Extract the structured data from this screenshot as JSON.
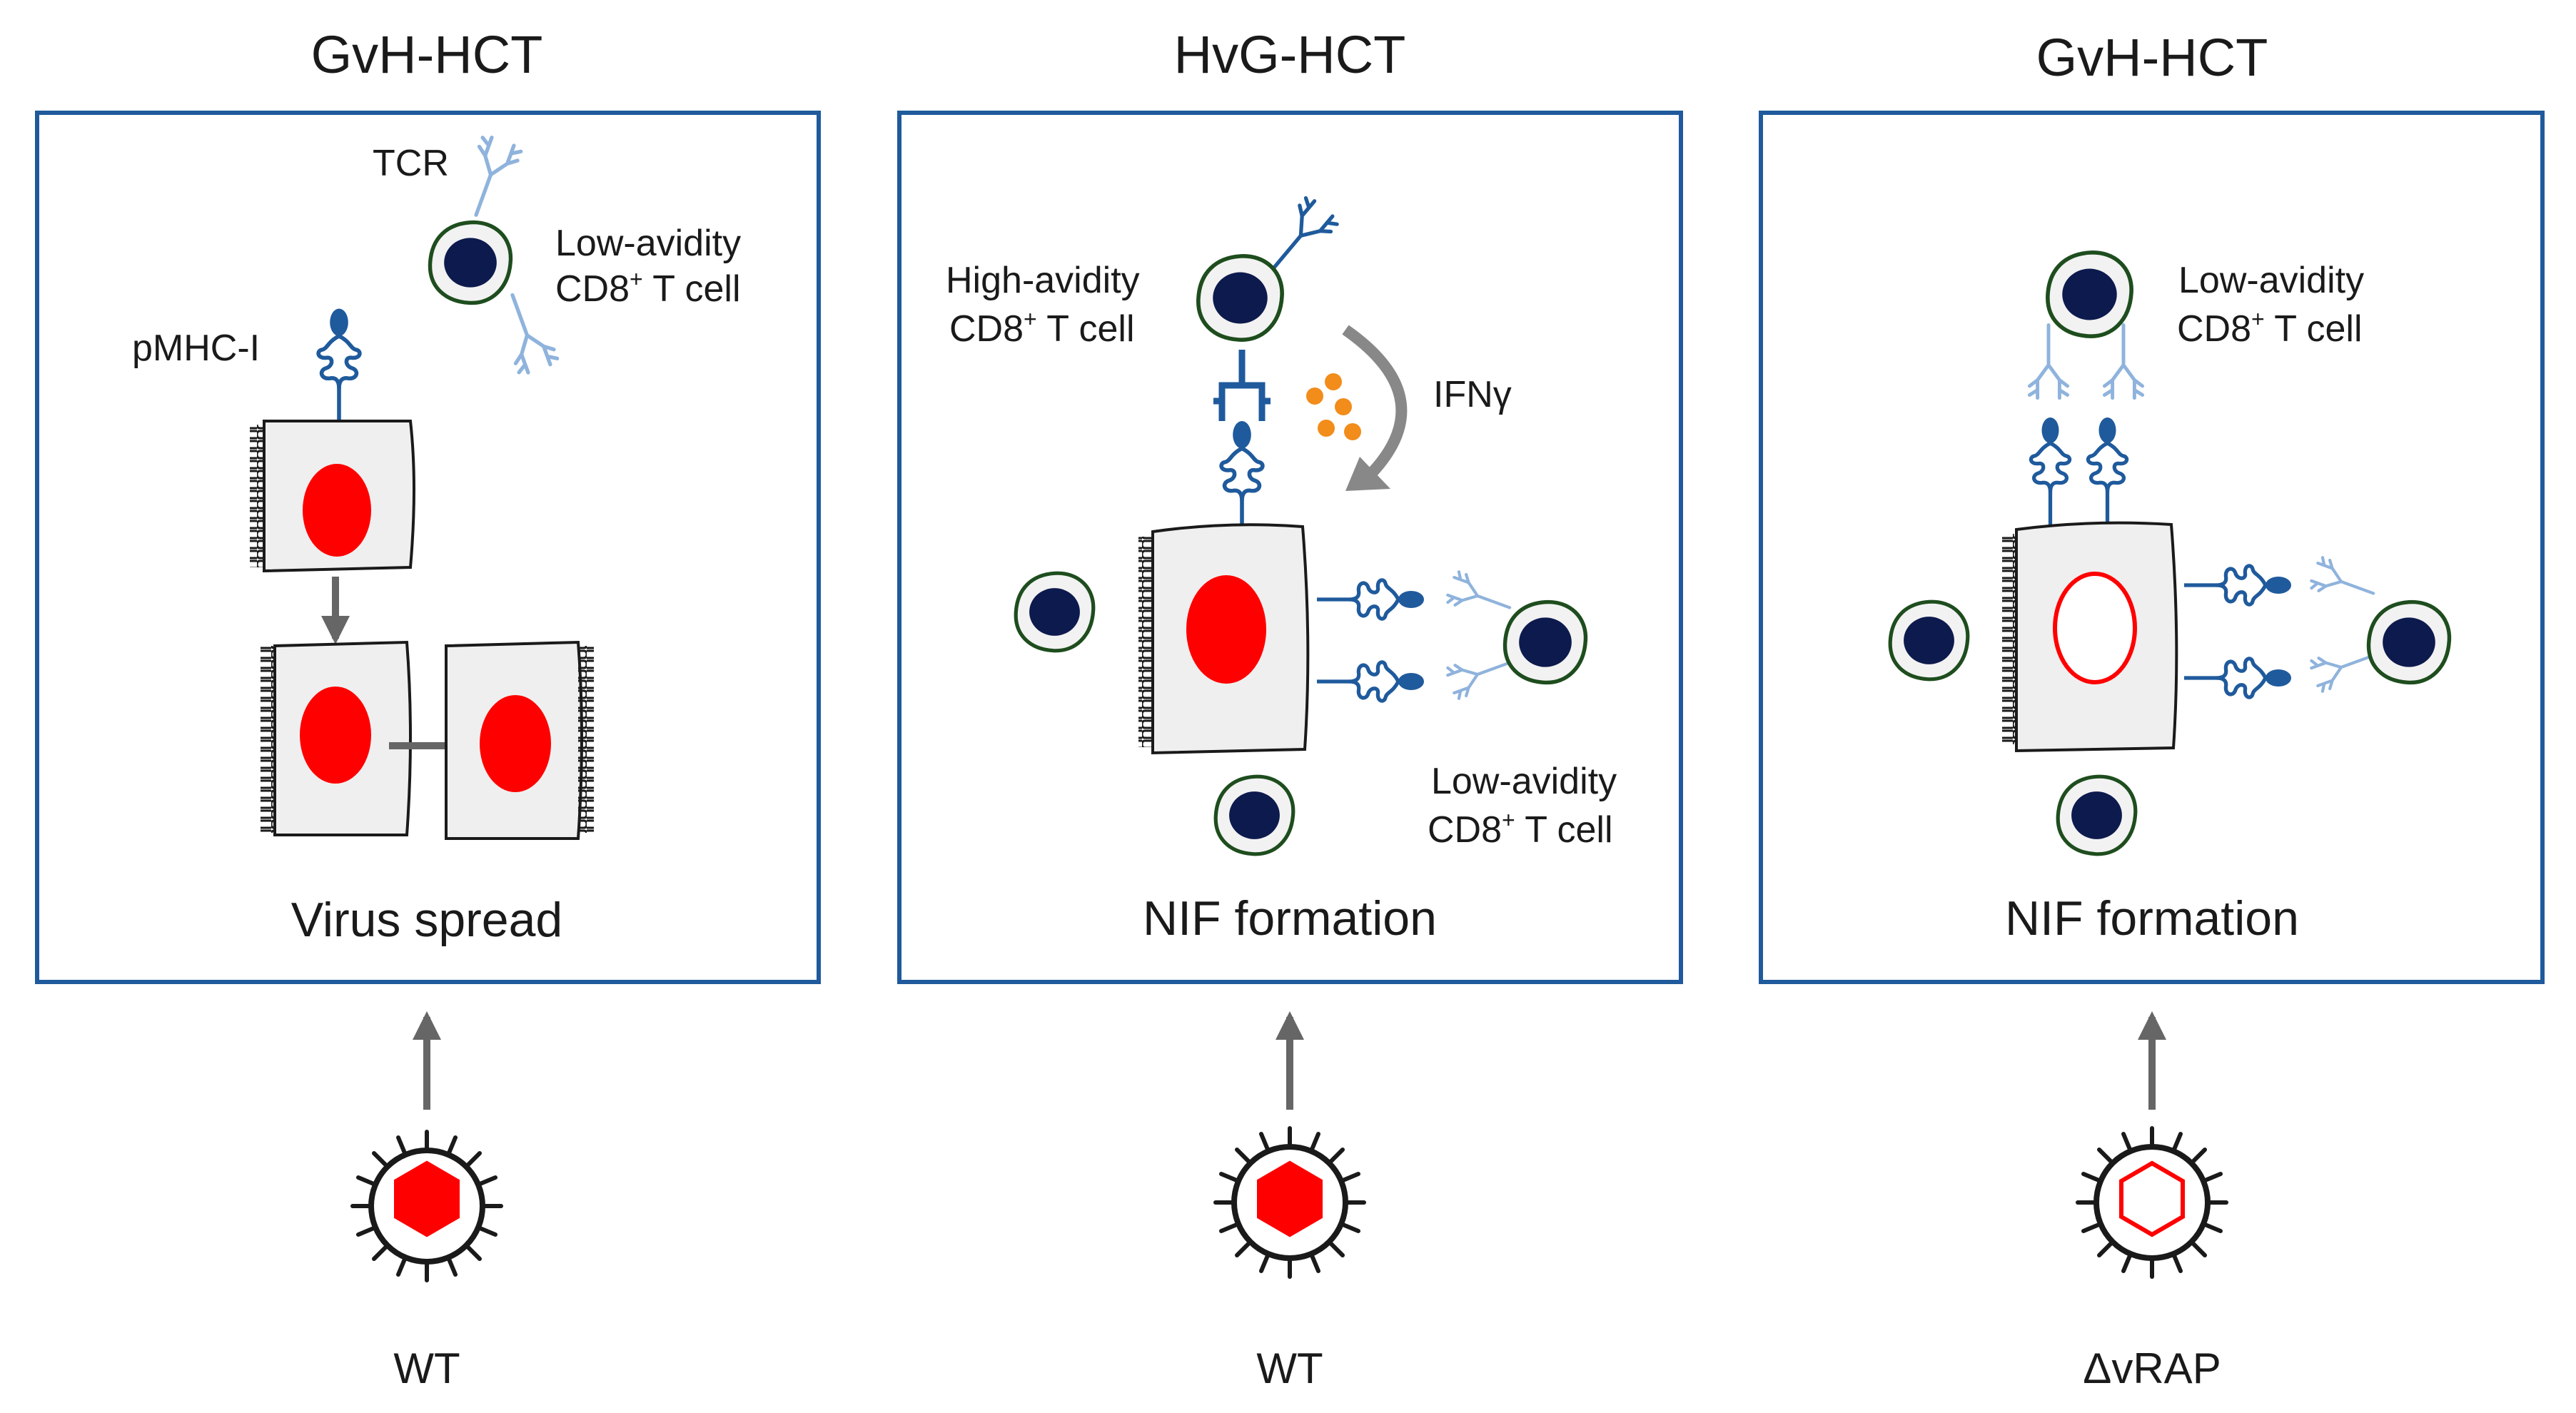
{
  "colors": {
    "frame": "#1f5a9c",
    "nucleus_red": "#ff0000",
    "tcell_nucleus": "#0d1a4d",
    "tcell_outline": "#1e4d1e",
    "mhc_blue": "#1f5a9c",
    "tcr_light": "#8fb3dc",
    "ifn_orange": "#f28c1a",
    "arrow_gray": "#666666",
    "cell_fill": "#efefef"
  },
  "panels": [
    {
      "title": "GvH-HCT",
      "caption": "Virus spread",
      "virus_label": "WT",
      "virus_capsid": "filled",
      "labels": {
        "tcr": "TCR",
        "pmhc": "pMHC-I",
        "tcell_line1": "Low-avidity",
        "tcell_line2_a": "CD8",
        "tcell_line2_sup": "+",
        "tcell_line2_b": " T cell"
      }
    },
    {
      "title": "HvG-HCT",
      "caption": "NIF formation",
      "virus_label": "WT",
      "virus_capsid": "filled",
      "labels": {
        "high_line1": "High-avidity",
        "high_line2_a": "CD8",
        "high_line2_sup": "+",
        "high_line2_b": " T cell",
        "ifn": "IFNγ",
        "low_line1": "Low-avidity",
        "low_line2_a": "CD8",
        "low_line2_sup": "+",
        "low_line2_b": " T cell"
      }
    },
    {
      "title": "GvH-HCT",
      "caption": "NIF formation",
      "virus_label": "ΔvRAP",
      "virus_capsid": "hollow",
      "labels": {
        "low_line1": "Low-avidity",
        "low_line2_a": "CD8",
        "low_line2_sup": "+",
        "low_line2_b": " T cell"
      }
    }
  ]
}
